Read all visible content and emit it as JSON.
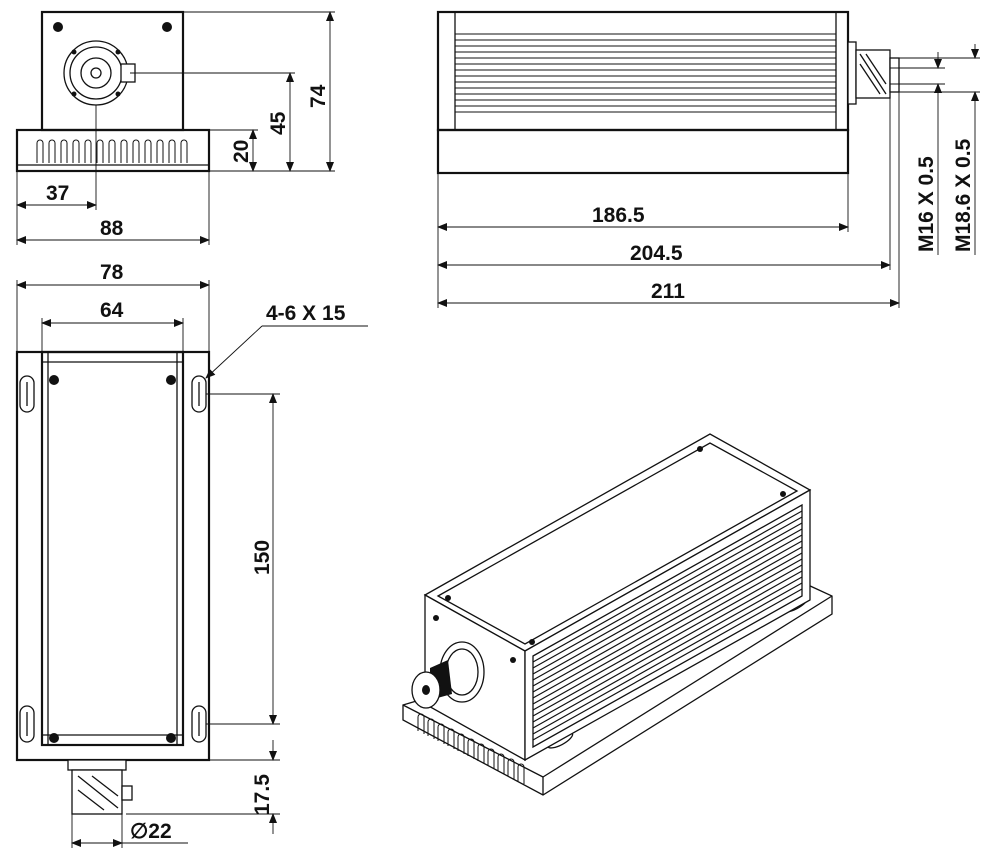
{
  "front_view": {
    "dim_width": "88",
    "dim_offset": "37",
    "dim_base_height": "20",
    "dim_axis_height": "45",
    "dim_total_height": "74"
  },
  "side_view": {
    "dim_body_length": "186.5",
    "dim_with_connector": "204.5",
    "dim_overall_length": "211",
    "thread_small": "M16 X 0.5",
    "thread_large": "M18.6 X 0.5"
  },
  "top_view": {
    "dim_outer_width": "78",
    "dim_inner_width": "64",
    "dim_slots": "4-6 X 15",
    "dim_hole_spacing": "150",
    "dim_connector_length": "17.5",
    "dim_connector_diameter": "∅22"
  }
}
